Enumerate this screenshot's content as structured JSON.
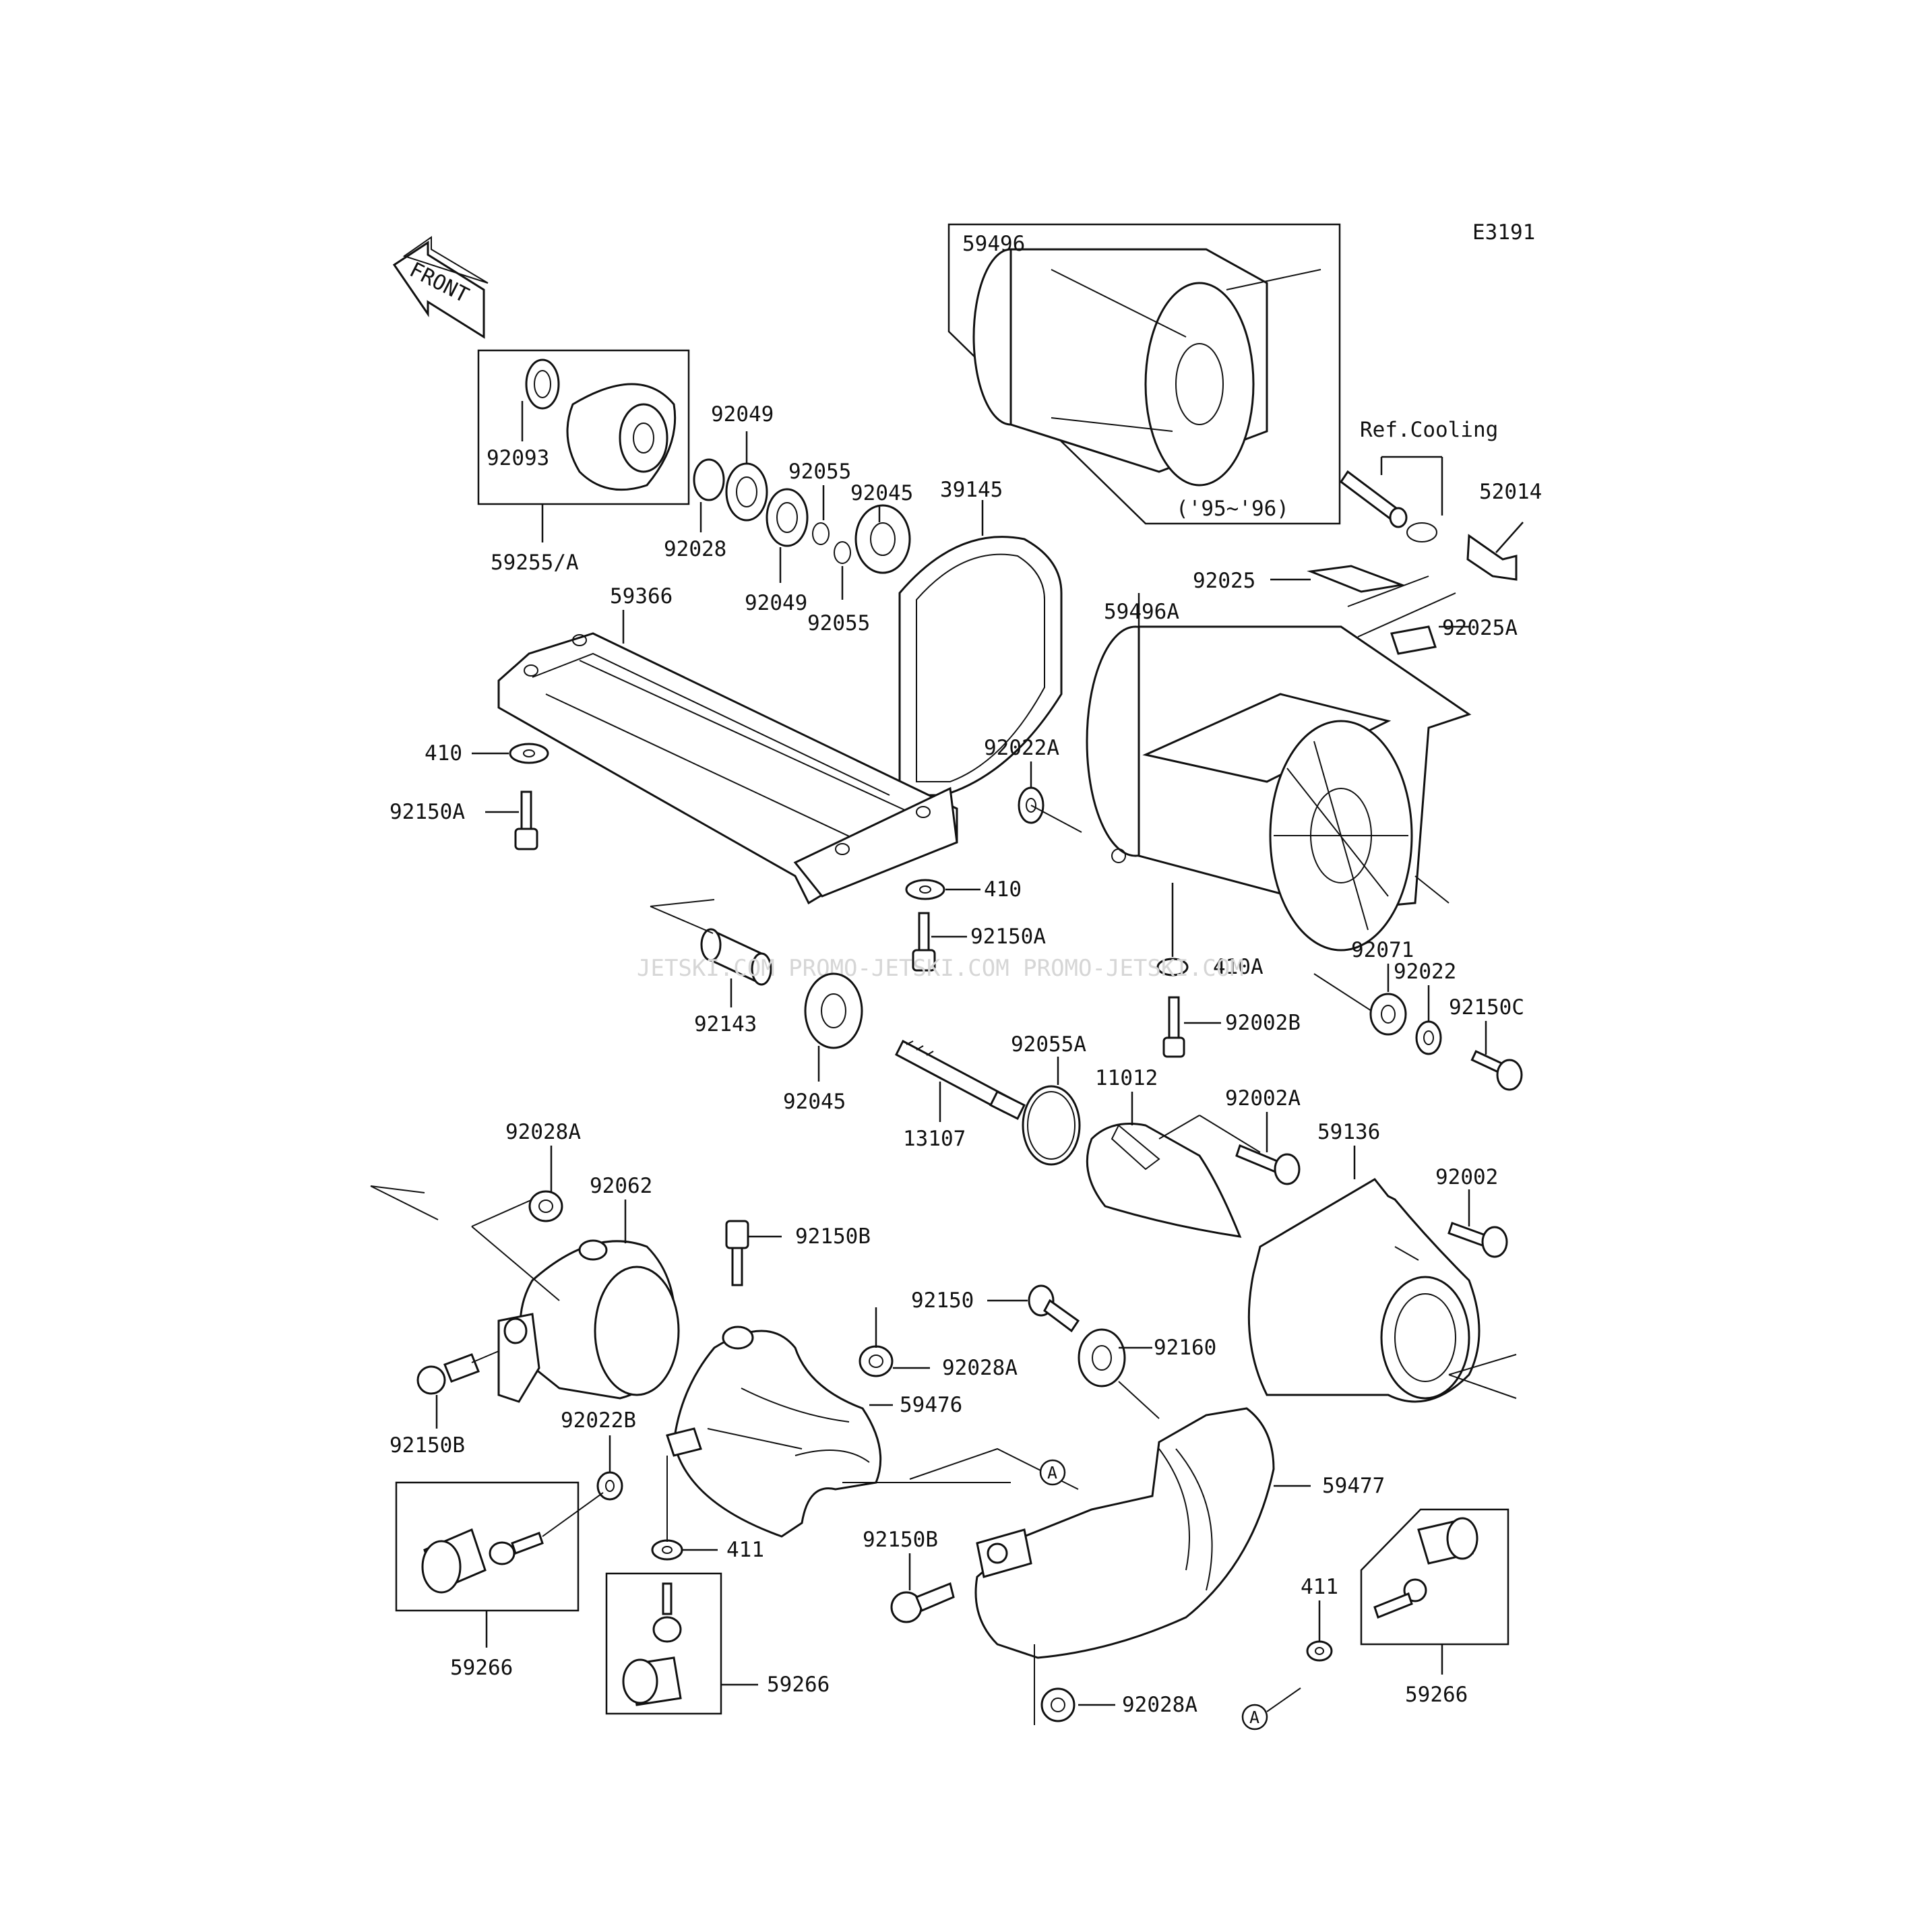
{
  "diagram_code": "E3191",
  "front_label": "FRONT",
  "ref_cooling": "Ref.Cooling",
  "year_note": "('95~'96)",
  "watermark": "JETSKI.COM  PROMO-JETSKI.COM  PROMO-JETSKI.COM",
  "circle_marker": "A",
  "labels": {
    "p59496": "59496",
    "p92093": "92093",
    "p59255A": "59255/A",
    "p92049a": "92049",
    "p92049b": "92049",
    "p92028": "92028",
    "p92055a": "92055",
    "p92055b": "92055",
    "p92045a": "92045",
    "p39145": "39145",
    "p52014": "52014",
    "p92025": "92025",
    "p92025A": "92025A",
    "p59366": "59366",
    "p59496A": "59496A",
    "p410a": "410",
    "p92150Aa": "92150A",
    "p92022A": "92022A",
    "p410b": "410",
    "p92150Ab": "92150A",
    "p410A": "410A",
    "p92071": "92071",
    "p92022": "92022",
    "p92150C": "92150C",
    "p92143": "92143",
    "p92002B": "92002B",
    "p92055A": "92055A",
    "p92045b": "92045",
    "p11012": "11012",
    "p92002A": "92002A",
    "p13107": "13107",
    "p59136": "59136",
    "p92028Aa": "92028A",
    "p92062": "92062",
    "p92002": "92002",
    "p92150Ba": "92150B",
    "p92150": "92150",
    "p92160": "92160",
    "p92028Ab": "92028A",
    "p59476": "59476",
    "p92150Bb": "92150B",
    "p92022B": "92022B",
    "p59477": "59477",
    "p411a": "411",
    "p92150Bc": "92150B",
    "p59266a": "59266",
    "p411b": "411",
    "p59266b": "59266",
    "p92028Ac": "92028A",
    "p59266c": "59266"
  }
}
